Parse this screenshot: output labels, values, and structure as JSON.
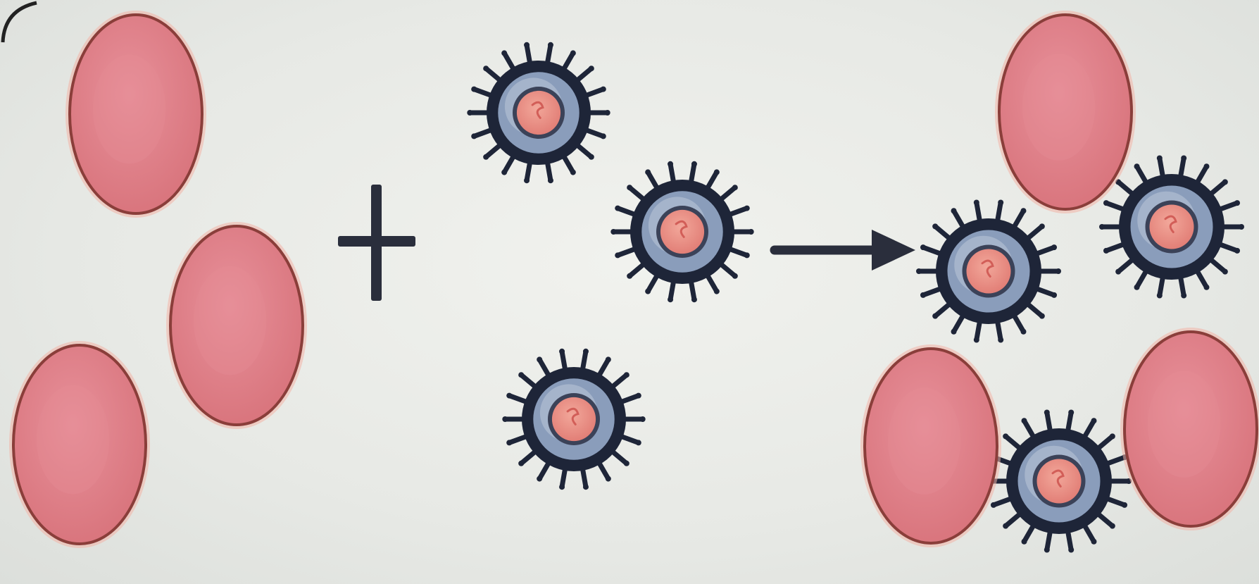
{
  "colors": {
    "background": "#e9ebe7",
    "red_cell_fill": "#df7f85",
    "red_cell_outline": "#8a3e3a",
    "red_cell_halo": "#f2b3a6",
    "spiked_cell_outer": "#1e2538",
    "spiked_cell_ring": "#8a9dbb",
    "spiked_cell_inner_ring": "#3b4258",
    "spiked_cell_core": "#ea8f86",
    "symbol": "#2a2e3c"
  },
  "icons": {
    "red_cell": "red-blood-cell-icon",
    "spiked_cell": "spiked-cell-icon",
    "plus": "plus-icon",
    "arrow": "right-arrow-icon"
  },
  "groups": {
    "reactant_red_cells": 3,
    "reactant_spiked_cells": 3,
    "product_red_cells": 3,
    "product_spiked_cells": 3
  }
}
